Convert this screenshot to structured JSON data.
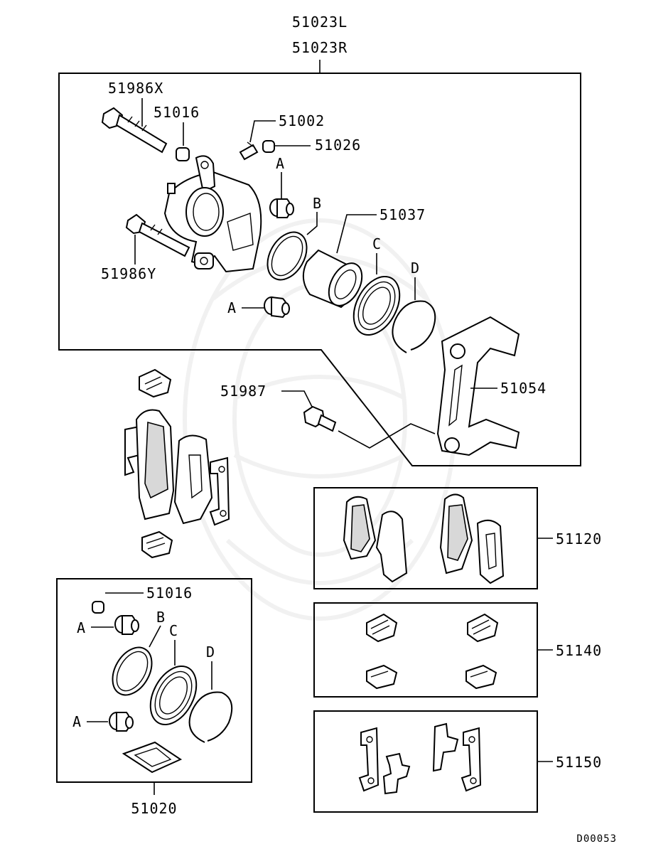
{
  "diagram": {
    "part_labels": {
      "caliper_assy_l": "51023L",
      "caliper_assy_r": "51023R",
      "guide_pin_upper": "51986X",
      "guide_pin_lower": "51986Y",
      "pin_bushing": "51016",
      "bleeder_screw": "51002",
      "bleeder_cap": "51026",
      "piston": "51037",
      "support_bracket": "51054",
      "bracket_bolt": "51987",
      "pad_set": "51120",
      "pad_clip_set": "51140",
      "shim_set": "51150",
      "seal_kit": "51020",
      "seal_kit_bushing": "51016"
    },
    "callouts": {
      "A": "A",
      "B": "B",
      "C": "C",
      "D": "D"
    },
    "diagram_id": "D00053"
  }
}
